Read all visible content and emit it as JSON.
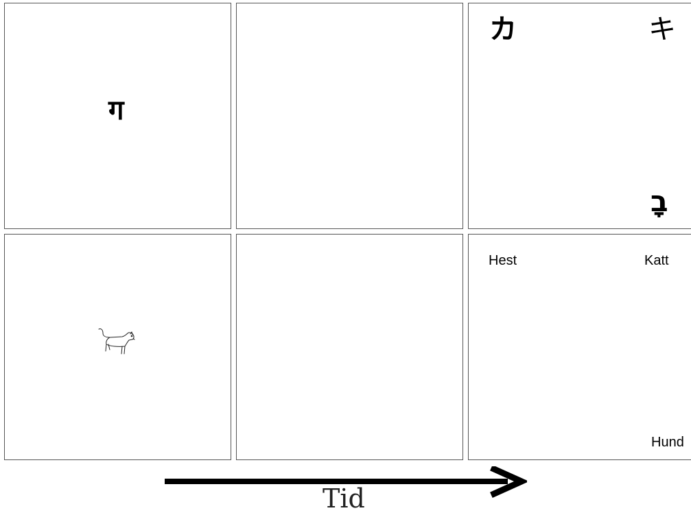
{
  "panels": {
    "top_left": {
      "glyph": "ग"
    },
    "top_middle": {},
    "top_right": {
      "glyph_a": "カ",
      "glyph_b": "キ",
      "glyph_c": "בָ"
    },
    "bottom_left": {
      "image": "dog-sketch"
    },
    "bottom_middle": {},
    "bottom_right": {
      "word_a": "Hest",
      "word_b": "Katt",
      "word_c": "Hund"
    }
  },
  "timeline": {
    "label": "Tid",
    "icon": "right-arrow-icon"
  },
  "colors": {
    "ink": "#000000",
    "border": "#555555"
  }
}
